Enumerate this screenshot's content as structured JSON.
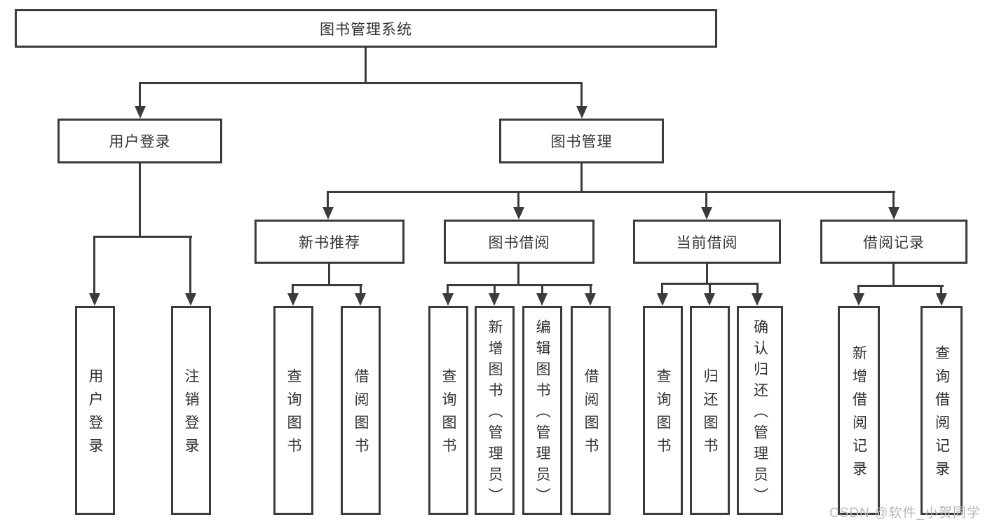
{
  "tree": {
    "root": {
      "label": "图书管理系统"
    },
    "branches": [
      {
        "label": "用户登录",
        "children": [
          {
            "label": "用户登录"
          },
          {
            "label": "注销登录"
          }
        ]
      },
      {
        "label": "图书管理",
        "children": [
          {
            "label": "新书推荐",
            "children": [
              {
                "label": "查询图书"
              },
              {
                "label": "借阅图书"
              }
            ]
          },
          {
            "label": "图书借阅",
            "children": [
              {
                "label": "查询图书"
              },
              {
                "label": "新增图书（管理员）"
              },
              {
                "label": "编辑图书（管理员）"
              },
              {
                "label": "借阅图书"
              }
            ]
          },
          {
            "label": "当前借阅",
            "children": [
              {
                "label": "查询图书"
              },
              {
                "label": "归还图书"
              },
              {
                "label": "确认归还（管理员）"
              }
            ]
          },
          {
            "label": "借阅记录",
            "children": [
              {
                "label": "新增借阅记录"
              },
              {
                "label": "查询借阅记录"
              }
            ]
          }
        ]
      }
    ]
  },
  "watermark": {
    "text": "CSDN @软件_小贺同学"
  },
  "colors": {
    "line": "#3b3b3b",
    "text": "#333333",
    "watermark": "#b9b9b9",
    "background": "#ffffff"
  }
}
